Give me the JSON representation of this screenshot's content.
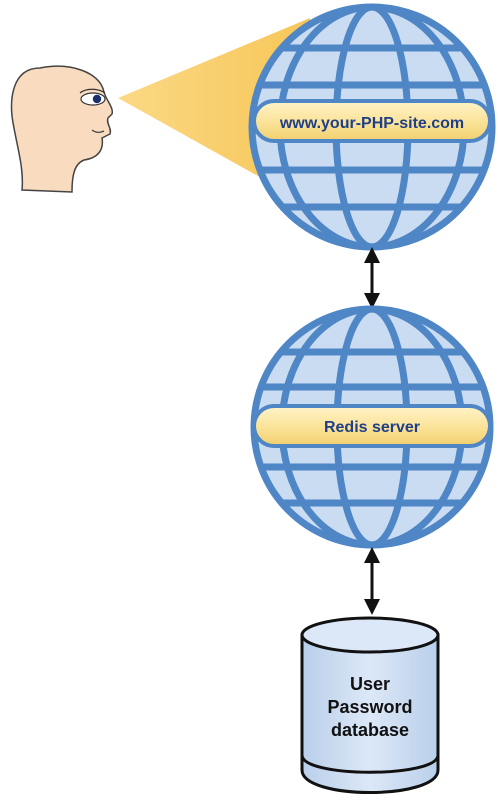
{
  "nodes": {
    "website": {
      "label": "www.your-PHP-site.com"
    },
    "redis": {
      "label": "Redis server"
    },
    "database": {
      "label_lines": [
        "User",
        "Password",
        "database"
      ]
    }
  },
  "colors": {
    "globe_fill": "#c9dcf2",
    "globe_stroke": "#4f86c6",
    "label_band": "#fbe49b",
    "label_text": "#1f3f86",
    "view_cone": "#fbd77f",
    "face_fill": "#f9dcc0"
  }
}
